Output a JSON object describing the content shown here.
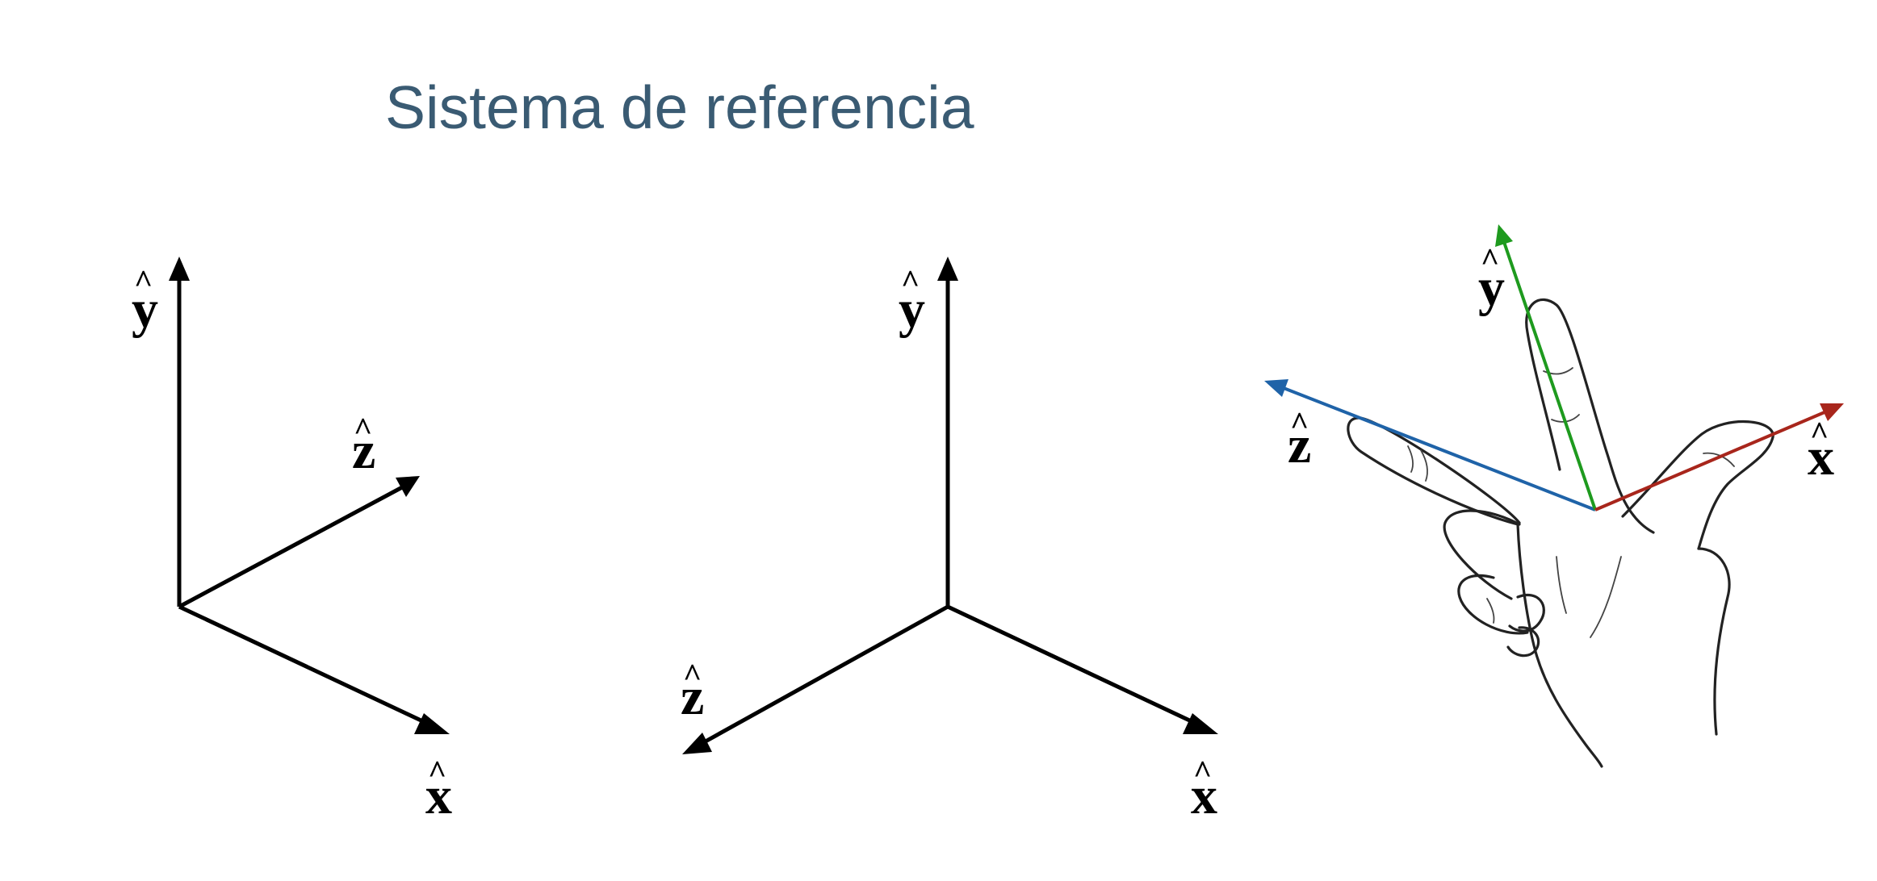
{
  "title": "Sistema de referencia",
  "colors": {
    "title": "#3a5b73",
    "axis_black": "#000000",
    "hand_x": "#a8261c",
    "hand_y": "#1e9a1e",
    "hand_z": "#1f63a8"
  },
  "diagrams": [
    {
      "id": "left-frame",
      "labels": {
        "x": "x",
        "y": "y",
        "z": "z"
      },
      "hat": "^"
    },
    {
      "id": "center-frame",
      "labels": {
        "x": "x",
        "y": "y",
        "z": "z"
      },
      "hat": "^"
    },
    {
      "id": "hand-frame",
      "labels": {
        "x": "x",
        "y": "y",
        "z": "z"
      },
      "hat": "^",
      "icon": "right-hand-rule-icon"
    }
  ]
}
